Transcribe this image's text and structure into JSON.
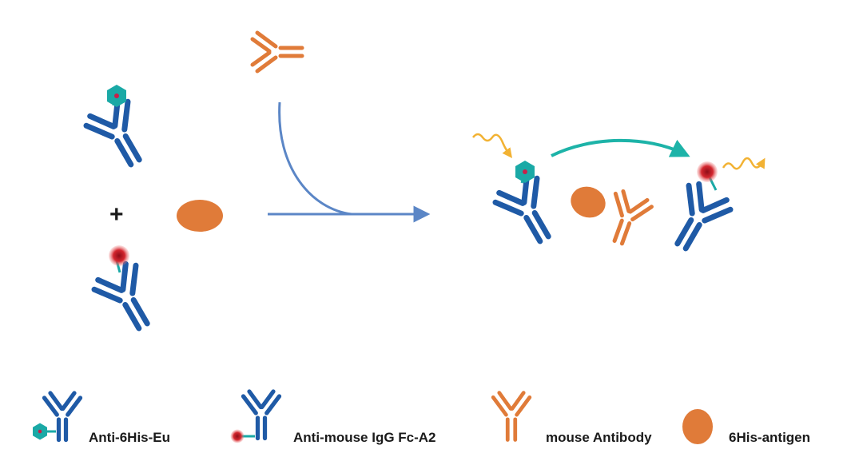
{
  "colors": {
    "anti_antibody": "#1f5aa6",
    "mouse_antibody": "#e07b39",
    "antigen": "#e07b39",
    "eu_label": "#1aa9a6",
    "eu_dot": "#c8204a",
    "a2_label": "#c8202a",
    "linker": "#1aa9a6",
    "reaction_arrow": "#5b86c6",
    "fret_arrow": "#1db3a8",
    "light_wave": "#f2b233"
  },
  "symbols": {
    "plus": "+"
  },
  "legend": [
    {
      "icon": "anti-6his-eu-icon",
      "label": "Anti-6His-Eu"
    },
    {
      "icon": "anti-mouse-igg-fc-a2-icon",
      "label": "Anti-mouse IgG Fc-A2"
    },
    {
      "icon": "mouse-antibody-icon",
      "label": "mouse Antibody"
    },
    {
      "icon": "6his-antigen-icon",
      "label": "6His-antigen"
    }
  ]
}
